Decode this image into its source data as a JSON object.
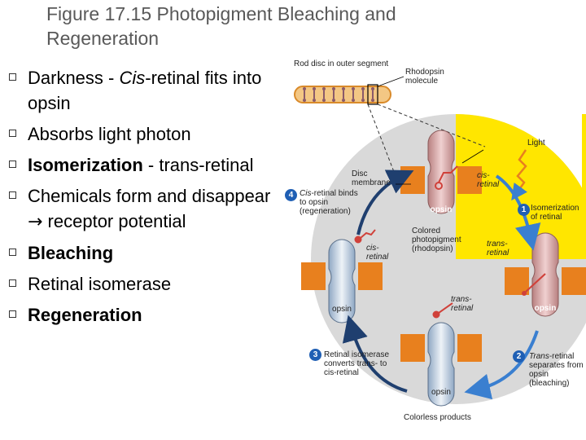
{
  "title": "Figure 17.15 Photopigment Bleaching and Regeneration",
  "bullets": [
    {
      "before": "Darkness - ",
      "em": "Cis",
      "after": "-retinal fits into opsin",
      "bold": false
    },
    {
      "before": "Absorbs light photon",
      "em": "",
      "after": "",
      "bold": false
    },
    {
      "before": "Isomerization",
      "em": "",
      "after": " - trans-retinal",
      "bold": true,
      "after_plain": true
    },
    {
      "before": "Chemicals form and disappear ",
      "em": "",
      "after": " receptor potential",
      "arrow": "→",
      "bold": false
    },
    {
      "before": "Bleaching",
      "em": "",
      "after": "",
      "bold": true
    },
    {
      "before": "Retinal isomerase",
      "em": "",
      "after": "",
      "bold": false
    },
    {
      "before": "Regeneration",
      "em": "",
      "after": "",
      "bold": true
    }
  ],
  "diagram": {
    "rod_disc": "Rod disc in outer segment",
    "rhodopsin_molecule": "Rhodopsin molecule",
    "light": "Light",
    "disc_membrane": "Disc membrane",
    "cis_retinal_top": "cis-retinal",
    "cis_prefix": "cis-",
    "retinal_word": "retinal",
    "opsin": "opsin",
    "colored_photopigment": "Colored photopigment (rhodopsin)",
    "trans_retinal_right": "trans-retinal",
    "trans_prefix": "trans-",
    "cis_retinal_left": "cis-retinal",
    "trans_retinal_bottom": "trans-retinal",
    "colorless_products": "Colorless products",
    "steps": [
      {
        "num": "1",
        "text": "Isomerization of retinal"
      },
      {
        "num": "2",
        "text_em": "Trans",
        "text": "-retinal separates from opsin (bleaching)"
      },
      {
        "num": "3",
        "text": "Retinal isomerase converts trans- to cis-retinal"
      },
      {
        "num": "4",
        "text_em": "Cis",
        "text": "-retinal binds to opsin (regeneration)"
      }
    ]
  },
  "colors": {
    "title": "#595959",
    "yellow": "#ffe600",
    "gray_circle": "#d9d9d9",
    "orange": "#e8801e",
    "opsin_pink": "#d8a8a8",
    "opsin_blue": "#b9c9dc",
    "arrow_blue": "#3a7fd0",
    "arrow_dark": "#1f3f6f",
    "retinal_red": "#d0413a",
    "badge_blue": "#1f5fb4"
  }
}
